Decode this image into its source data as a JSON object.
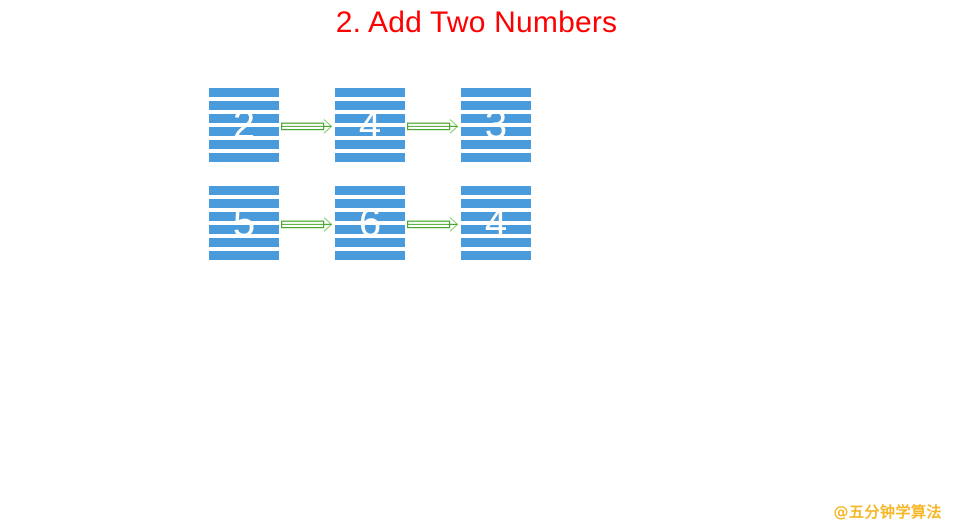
{
  "slide": {
    "title": "2. Add Two Numbers",
    "title_color": "#ff0000",
    "background_color": "#ffffff"
  },
  "diagram": {
    "type": "linked-list",
    "node_color": "#4a9bdc",
    "node_text_color": "#ffffff",
    "arrow_color": "#4aa832",
    "rows": [
      {
        "name": "first-addend-list",
        "nodes": [
          {
            "value": "2"
          },
          {
            "value": "4"
          },
          {
            "value": "3"
          }
        ],
        "arrows": [
          "arrow-right",
          "arrow-right"
        ]
      },
      {
        "name": "second-addend-list",
        "nodes": [
          {
            "value": "5"
          },
          {
            "value": "6"
          },
          {
            "value": "4"
          }
        ],
        "arrows": [
          "arrow-right",
          "arrow-right"
        ]
      }
    ]
  },
  "watermark": {
    "text": "@五分钟学算法",
    "color": "#f5b728"
  }
}
